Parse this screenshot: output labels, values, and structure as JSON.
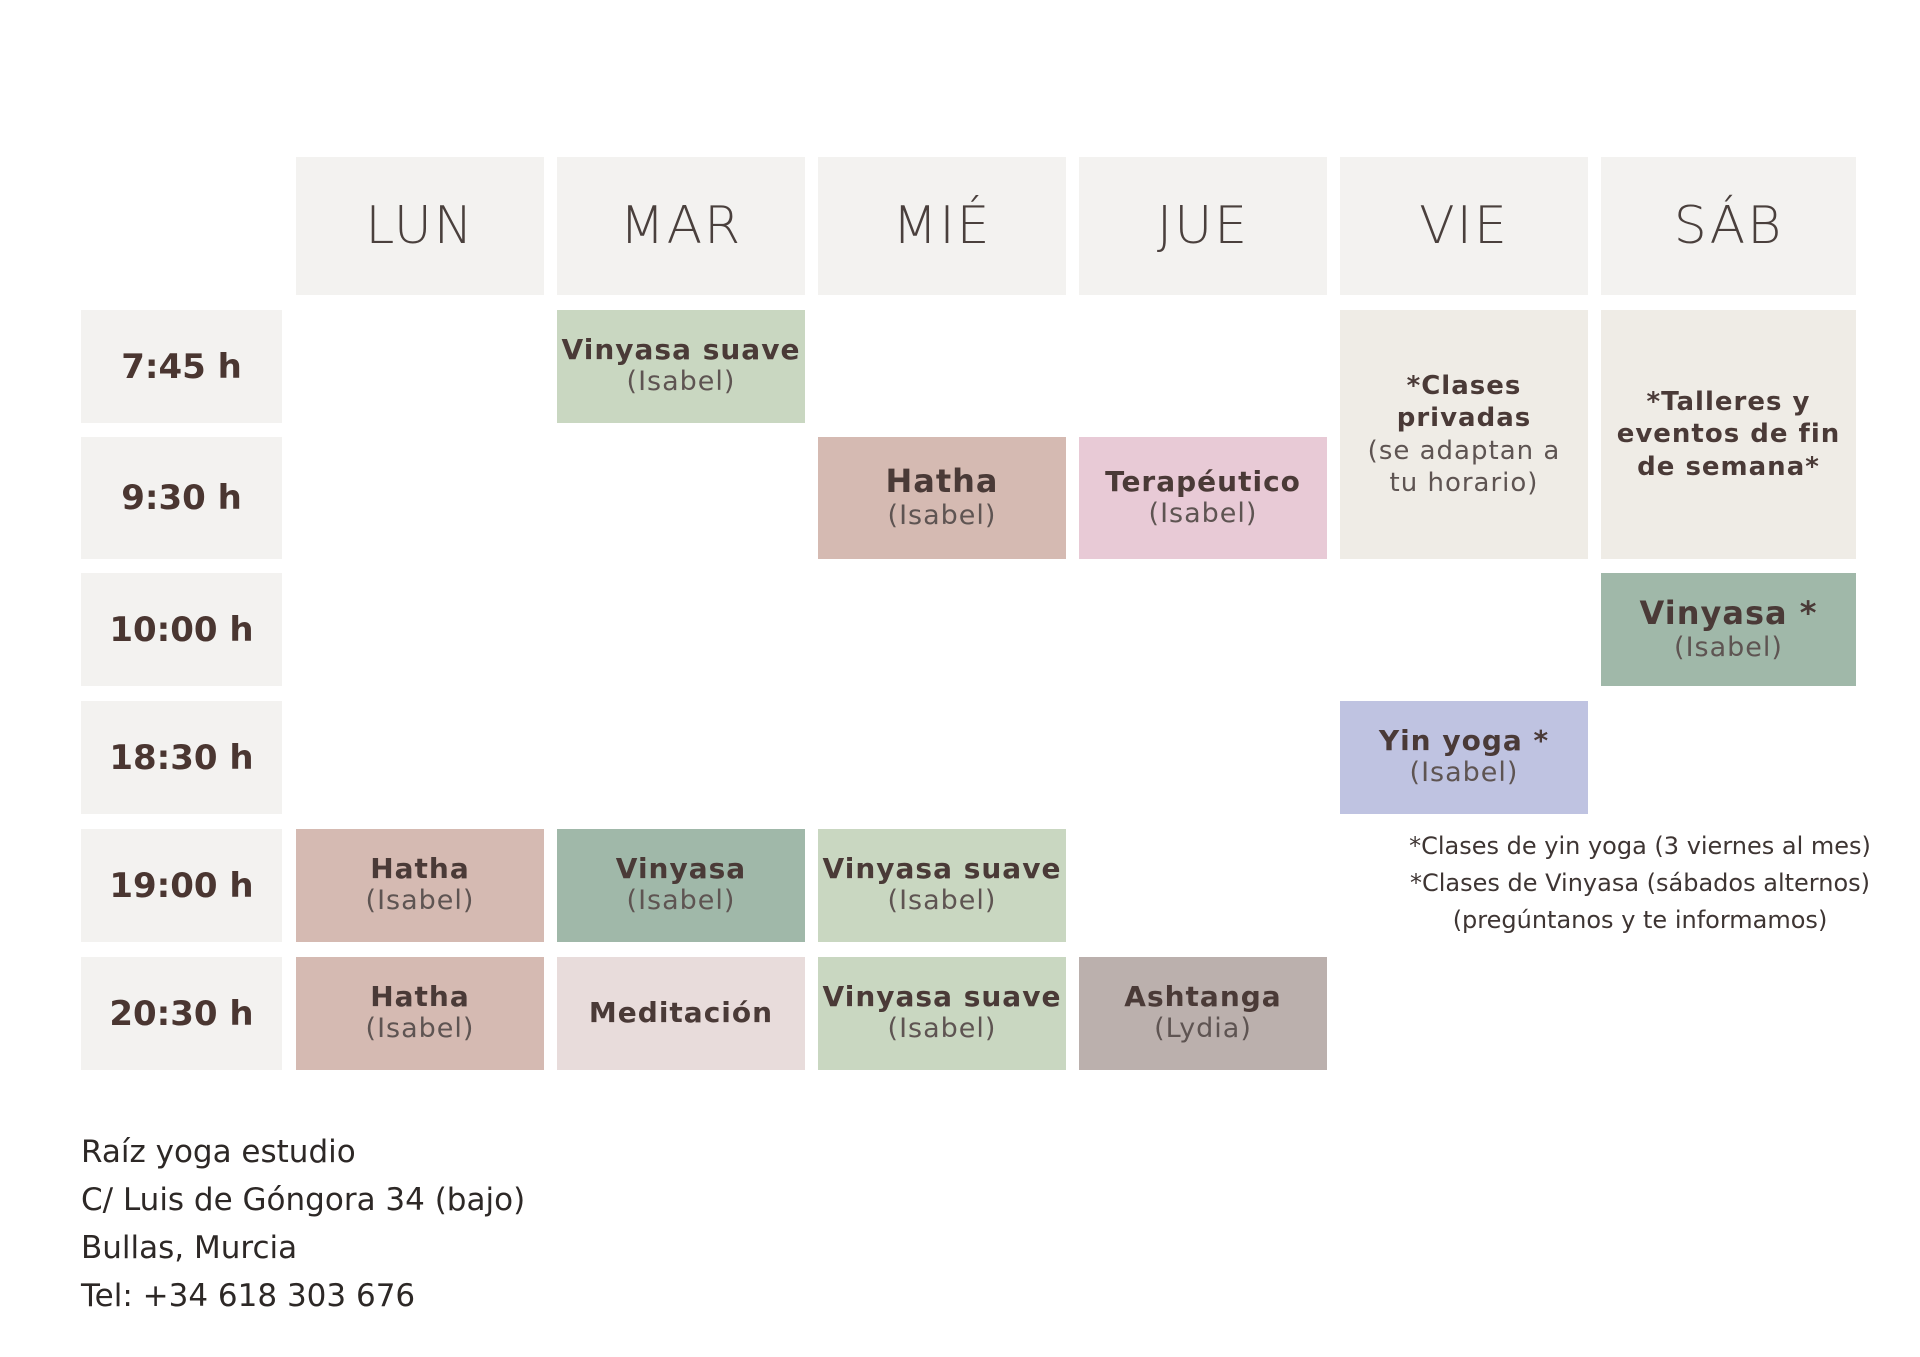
{
  "days": [
    "LUN",
    "MAR",
    "MIÉ",
    "JUE",
    "VIE",
    "SÁB"
  ],
  "times": [
    "7:45 h",
    "9:30 h",
    "10:00 h",
    "18:30 h",
    "19:00 h",
    "20:30 h"
  ],
  "classes": {
    "mar_0745": {
      "name": "Vinyasa suave",
      "teacher": "(Isabel)"
    },
    "mie_0930": {
      "name": "Hatha",
      "teacher": "(Isabel)"
    },
    "jue_0930": {
      "name": "Terapéutico",
      "teacher": "(Isabel)"
    },
    "sab_1000": {
      "name": "Vinyasa *",
      "teacher": "(Isabel)"
    },
    "vie_1830": {
      "name": "Yin yoga *",
      "teacher": "(Isabel)"
    },
    "lun_1900": {
      "name": "Hatha",
      "teacher": "(Isabel)"
    },
    "mar_1900": {
      "name": "Vinyasa",
      "teacher": "(Isabel)"
    },
    "mie_1900": {
      "name": "Vinyasa suave",
      "teacher": "(Isabel)"
    },
    "lun_2030": {
      "name": "Hatha",
      "teacher": "(Isabel)"
    },
    "mar_2030": {
      "name": "Meditación"
    },
    "mie_2030": {
      "name": "Vinyasa suave",
      "teacher": "(Isabel)"
    },
    "jue_2030": {
      "name": "Ashtanga",
      "teacher": "(Lydia)"
    }
  },
  "vie_private": {
    "line1": "*Clases",
    "line2": "privadas",
    "line3": "(se adaptan a",
    "line4": "tu horario)"
  },
  "sab_workshops": {
    "line1": "*Talleres y",
    "line2": "eventos de fin",
    "line3": "de semana*"
  },
  "footnotes": [
    "*Clases de yin yoga (3 viernes al mes)",
    "*Clases de Vinyasa (sábados alternos)",
    "(pregúntanos y te informamos)"
  ],
  "address": {
    "studio": "Raíz yoga estudio",
    "street": "C/ Luis de Góngora 34 (bajo)",
    "city": "Bullas, Murcia",
    "phone": "Tel: +34 618 303 676"
  },
  "colors": {
    "header_bg": "#f3f2f0",
    "vinyasa_suave": "#c9d7c1",
    "hatha": "#d5bab2",
    "terapeutico": "#e8cad6",
    "vinyasa": "#a0b8a9",
    "yin_yoga": "#bfc3e1",
    "meditacion": "#e8dcdb",
    "ashtanga": "#bbb0ad",
    "special": "#efece6"
  }
}
